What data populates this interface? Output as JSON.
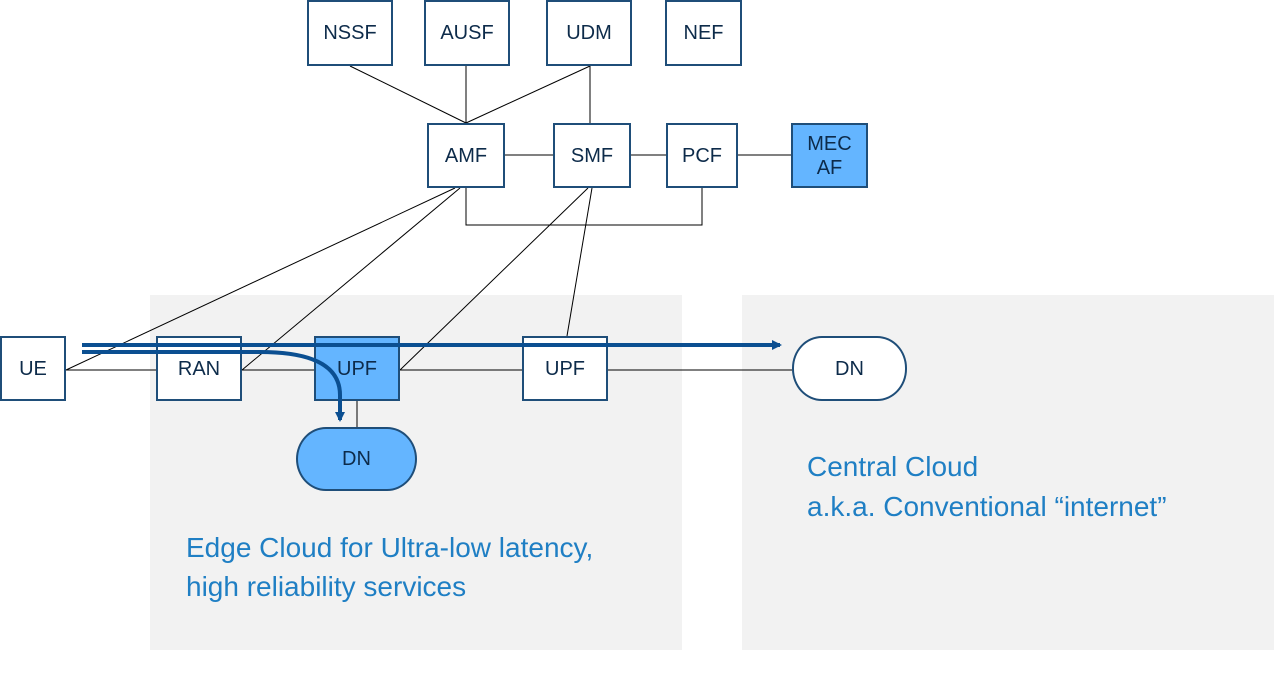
{
  "regions": {
    "edge_caption_line1": "Edge Cloud for Ultra-low latency,",
    "edge_caption_line2": "high reliability services",
    "central_caption_line1": "Central Cloud",
    "central_caption_line2": "a.k.a. Conventional “internet”"
  },
  "nodes": {
    "nssf": "NSSF",
    "ausf": "AUSF",
    "udm": "UDM",
    "nef": "NEF",
    "amf": "AMF",
    "smf": "SMF",
    "pcf": "PCF",
    "mec_af": "MEC\nAF",
    "ue": "UE",
    "ran": "RAN",
    "upf_edge": "UPF",
    "upf_central": "UPF",
    "dn_edge": "DN",
    "dn_central": "DN"
  },
  "colors": {
    "highlight_fill": "#64b5ff",
    "node_border": "#1f4e79",
    "flow_arrow": "#0b4f91",
    "caption_text": "#1f7fc4",
    "region_fill": "#f2f2f2"
  }
}
